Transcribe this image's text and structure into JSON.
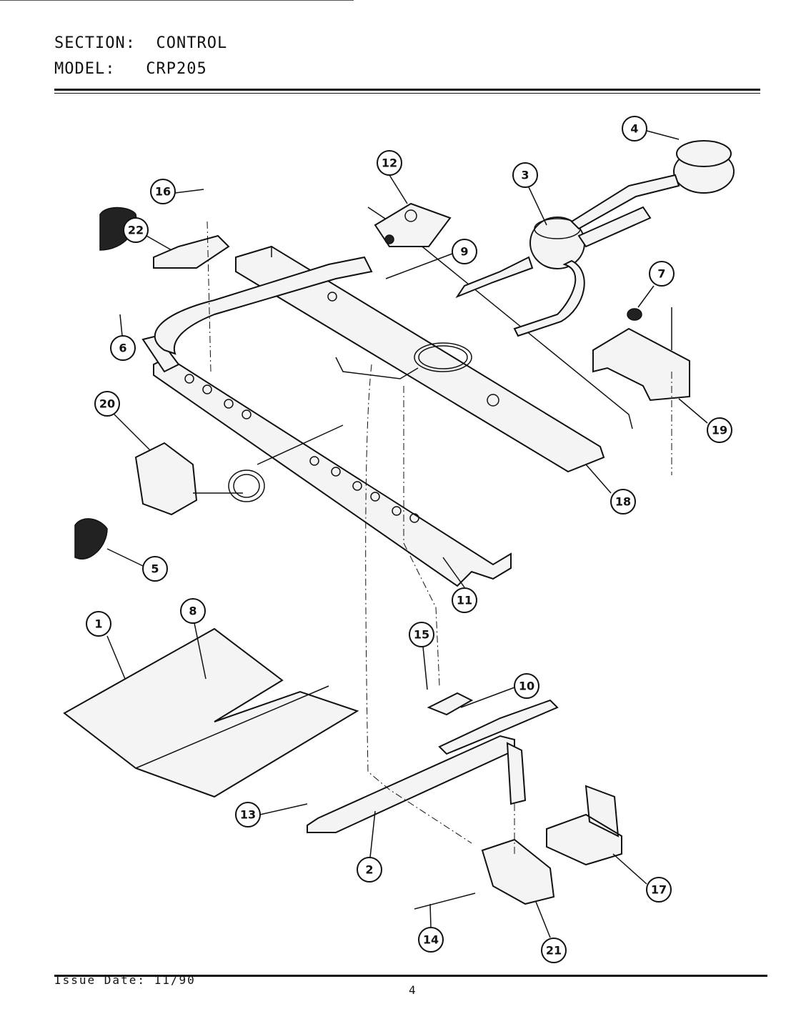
{
  "header": {
    "section_label": "SECTION:",
    "section_value": "CONTROL",
    "model_label": "MODEL:",
    "model_value": "CRP205"
  },
  "footer": {
    "issue_date": "Issue Date: 11/90",
    "page_number": "4"
  },
  "callouts": [
    "1",
    "2",
    "3",
    "4",
    "5",
    "6",
    "7",
    "8",
    "9",
    "10",
    "11",
    "12",
    "13",
    "14",
    "15",
    "16",
    "17",
    "18",
    "19",
    "20",
    "21",
    "22"
  ]
}
